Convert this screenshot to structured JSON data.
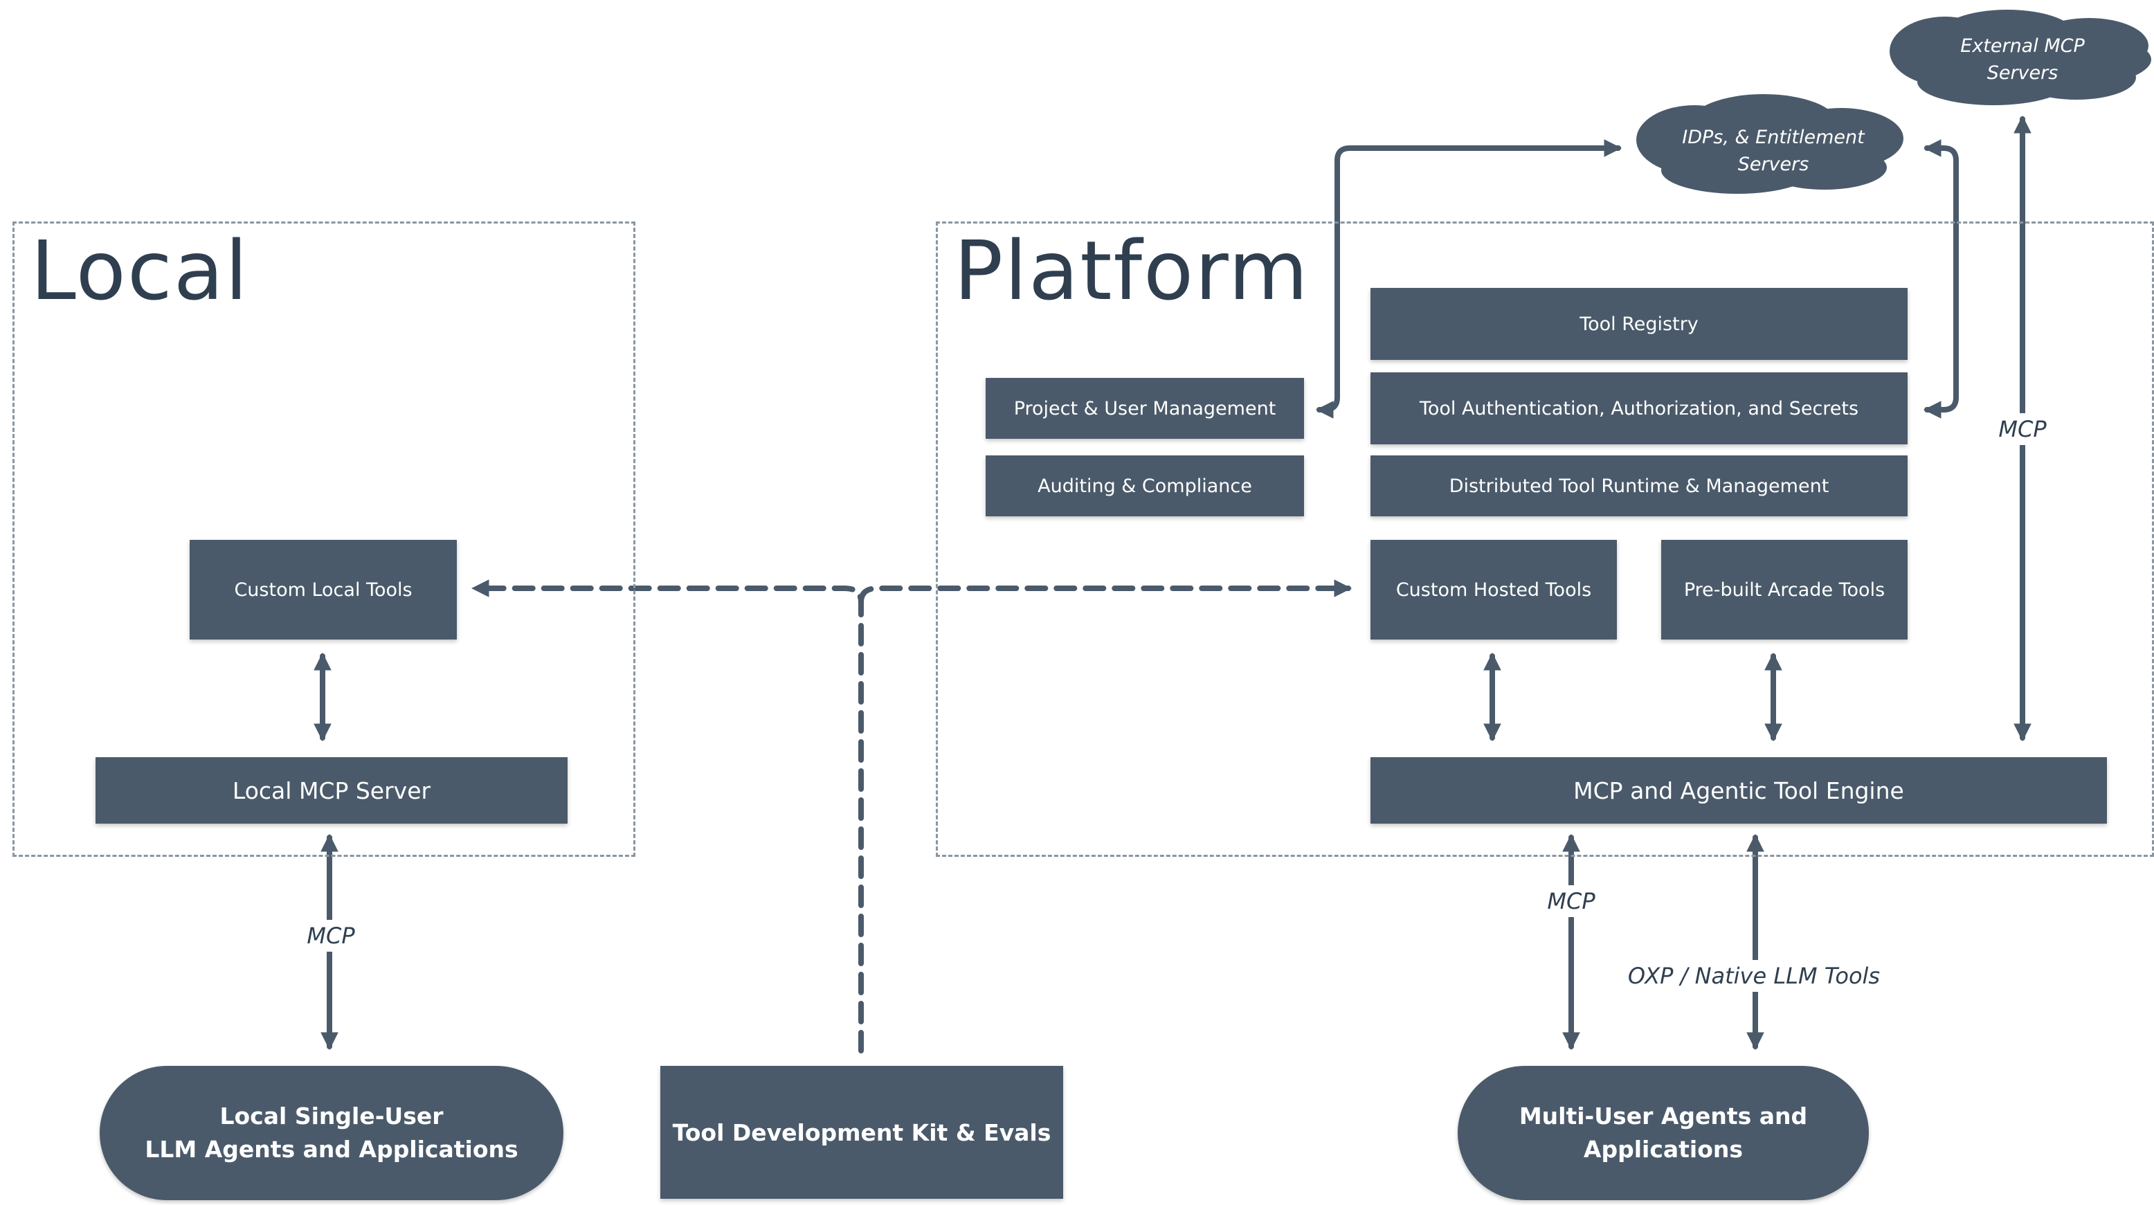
{
  "regions": {
    "local_title": "Local",
    "platform_title": "Platform"
  },
  "clouds": {
    "external_mcp": "External MCP Servers",
    "idps_line1": "IDPs, & Entitlement",
    "idps_line2": "Servers"
  },
  "platform_boxes": {
    "tool_registry": "Tool Registry",
    "tool_auth": "Tool Authentication, Authorization, and Secrets",
    "distributed_runtime": "Distributed Tool Runtime & Management",
    "project_user_mgmt": "Project & User Management",
    "auditing": "Auditing & Compliance",
    "custom_hosted_tools": "Custom Hosted Tools",
    "prebuilt_arcade_tools": "Pre-built Arcade Tools",
    "engine": "MCP and Agentic Tool Engine"
  },
  "local_boxes": {
    "custom_local_tools": "Custom Local Tools",
    "local_mcp_server": "Local MCP Server"
  },
  "bottom_nodes": {
    "local_agents_line1": "Local Single-User",
    "local_agents_line2": "LLM Agents and Applications",
    "tdk": "Tool Development Kit & Evals",
    "multi_user_line1": "Multi-User Agents and",
    "multi_user_line2": "Applications"
  },
  "edge_labels": {
    "mcp_local": "MCP",
    "mcp_external": "MCP",
    "mcp_engine": "MCP",
    "oxp": "OXP / Native LLM Tools"
  },
  "colors": {
    "node_fill": "#4a5a6a",
    "line": "#4a5a6a",
    "region_border": "#8a96a1",
    "title_text": "#2f3f4f"
  }
}
